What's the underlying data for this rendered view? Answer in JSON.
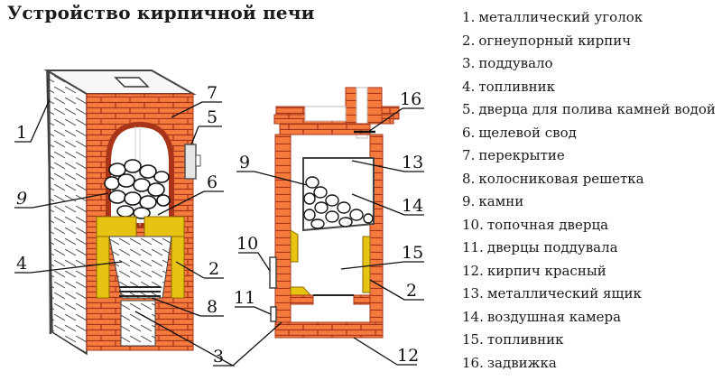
{
  "title": "Устройство кирпичной печи",
  "colors": {
    "brick_red": "#f47a3e",
    "brick_mortar": "#a8341a",
    "fire_brick": "#e8c412",
    "metal_gray": "#9a9a9a",
    "line": "#222222",
    "background": "#ffffff"
  },
  "legend": [
    {
      "num": "1.",
      "text": "металлический уголок"
    },
    {
      "num": "2.",
      "text": "огнеупорный кирпич"
    },
    {
      "num": "3.",
      "text": "поддувало"
    },
    {
      "num": "4.",
      "text": "топливник"
    },
    {
      "num": "5.",
      "text": "дверца для полива камней водой"
    },
    {
      "num": "6.",
      "text": "щелевой свод"
    },
    {
      "num": "7.",
      "text": "перекрытие"
    },
    {
      "num": "8.",
      "text": "колосниковая решетка"
    },
    {
      "num": "9.",
      "text": "камни"
    },
    {
      "num": "10.",
      "text": "топочная дверца"
    },
    {
      "num": "11.",
      "text": "дверцы поддувала"
    },
    {
      "num": "12.",
      "text": "кирпич красный"
    },
    {
      "num": "13.",
      "text": "металлический ящик"
    },
    {
      "num": "14.",
      "text": "воздушная камера"
    },
    {
      "num": "15.",
      "text": "топливник"
    },
    {
      "num": "16.",
      "text": "задвижка"
    }
  ],
  "callouts": {
    "left": {
      "n1": "1",
      "n9": "9",
      "n4": "4",
      "n7": "7",
      "n5": "5",
      "n6": "6",
      "n2": "2",
      "n8": "8",
      "n3": "3"
    },
    "right": {
      "n16": "16",
      "n9": "9",
      "n13": "13",
      "n14": "14",
      "n10": "10",
      "n15": "15",
      "n11": "11",
      "n2": "2",
      "n12": "12"
    }
  }
}
